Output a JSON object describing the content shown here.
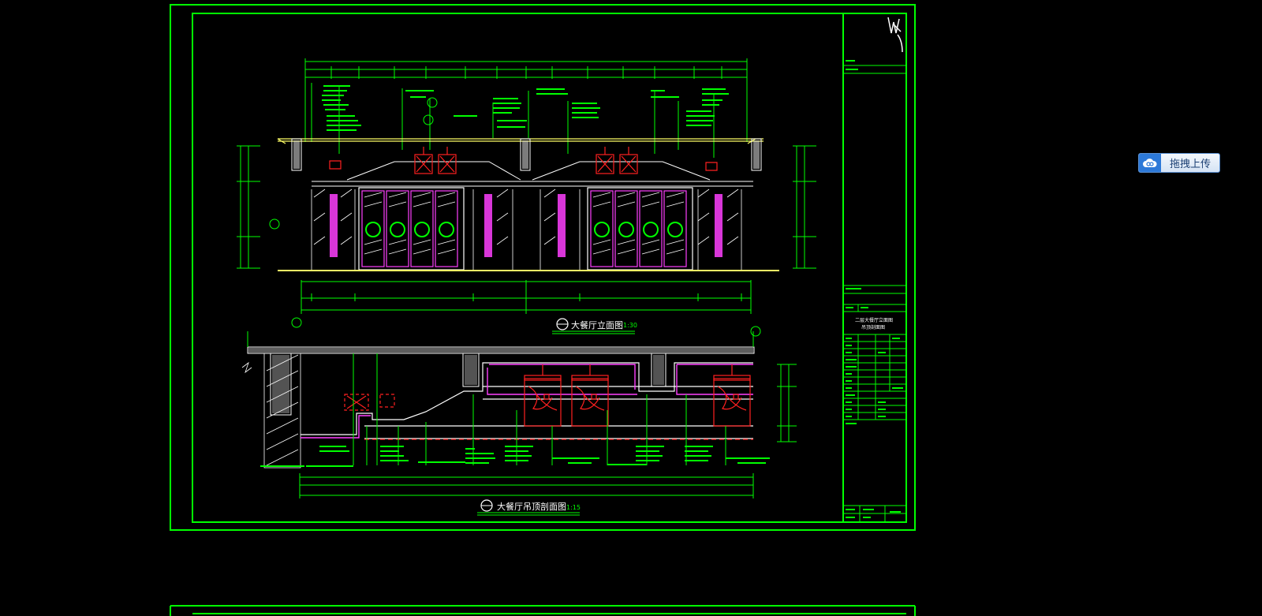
{
  "upload": {
    "label": "拖拽上传",
    "icon": "cloud-link-icon"
  },
  "drawing": {
    "elevation_title": "大餐厅立面图",
    "elevation_scale": "1:30",
    "section_title": "大餐厅吊顶剖面图",
    "section_scale": "1:15",
    "titleblock_name": "二层大餐厅立面图",
    "titleblock_subname": "吊顶剖面图"
  },
  "colors": {
    "background": "#000000",
    "frame": "#00ff00",
    "annotation": "#00ff00",
    "structure": "#ffff66",
    "fixture": "#ff2020",
    "finish": "#ff40ff",
    "line": "#ffffff"
  }
}
